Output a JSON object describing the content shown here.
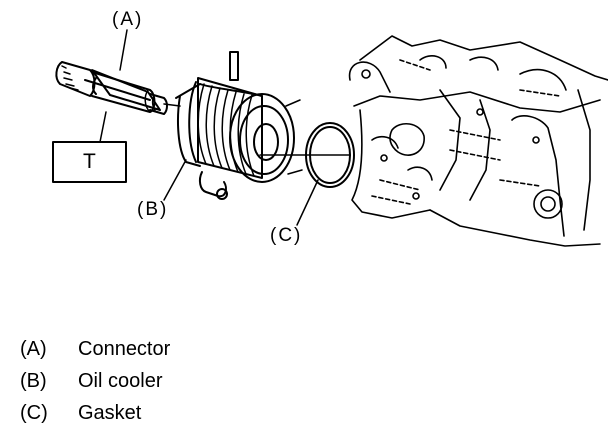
{
  "callouts": {
    "a": "(A)",
    "b": "(B)",
    "c": "(C)",
    "tool": "T"
  },
  "legend": [
    {
      "key": "(A)",
      "text": "Connector"
    },
    {
      "key": "(B)",
      "text": "Oil cooler"
    },
    {
      "key": "(C)",
      "text": "Gasket"
    }
  ]
}
